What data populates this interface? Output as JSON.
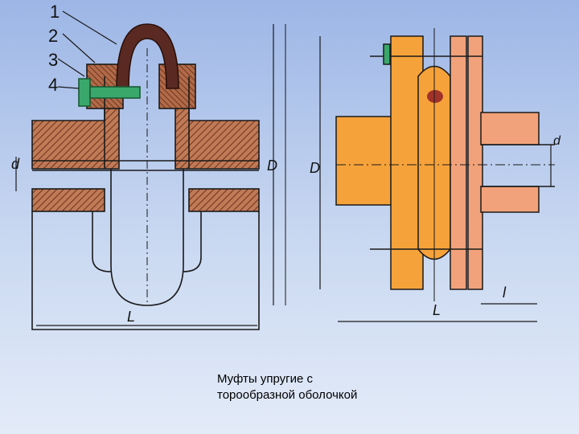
{
  "caption": {
    "line1": "Муфты упругие с",
    "line2": "торообразной оболочкой"
  },
  "left_drawing": {
    "callouts": [
      "1",
      "2",
      "3",
      "4"
    ],
    "dim_labels": {
      "d": "d",
      "D": "D",
      "L": "L"
    }
  },
  "right_drawing": {
    "dim_labels": {
      "D": "D",
      "d": "d",
      "L": "L",
      "l": "l"
    }
  },
  "colors": {
    "background_top": "#9db6e6",
    "background_bottom": "#e3ebf8",
    "hatch_brown": "#9b5a3a",
    "shell_dark": "#5a2a22",
    "bolt_green": "#3aa86b",
    "hub_orange": "#f6a23a",
    "disk_salmon": "#f2a27a",
    "line": "#1a1a1a"
  }
}
